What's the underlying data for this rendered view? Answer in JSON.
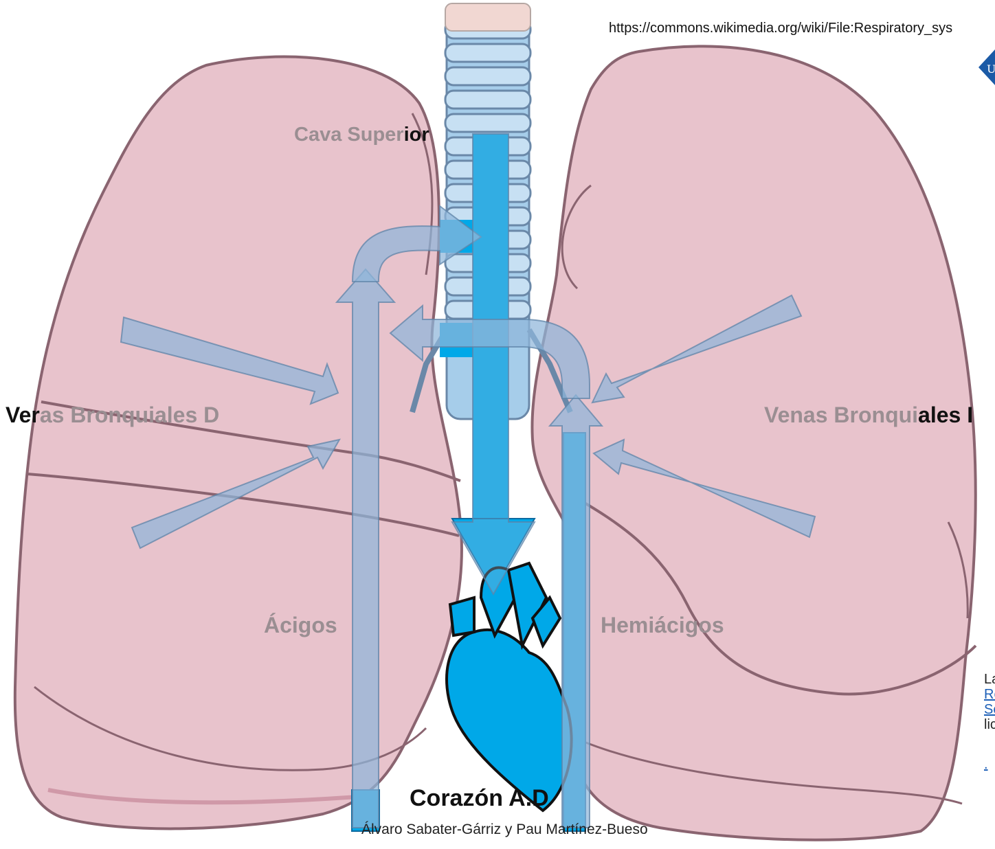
{
  "source_url": "https://commons.wikimedia.org/wiki/File:Respiratory_sys",
  "logo": {
    "icon": "university-logo-icon",
    "letter": "U",
    "color": "#1b5aa6"
  },
  "labels": {
    "cava_superior_a": "Cava Super",
    "cava_superior_b": "ior",
    "venas_d_a": "Ver",
    "venas_d_b": "as Bronquiales D",
    "venas_i_a": "Venas Bronqui",
    "venas_i_b": "ales I",
    "acigos": "Ácigos",
    "hemiacigos": "Hemiácigos",
    "corazon": "Corazón A.D"
  },
  "credits": "Álvaro Sabater-Gárriz y Pau Martínez-Bueso",
  "side_text": {
    "line1": "La",
    "link1": "Re",
    "link2": "Se",
    "line2": "lic",
    "link3": "."
  },
  "colors": {
    "vessel_blue": "#00a8e8",
    "arrow_fill": "#8fb6d9",
    "lung_pink": "#e8c3cc",
    "lung_outline": "#8a6470",
    "trachea": "#a6cdea"
  }
}
